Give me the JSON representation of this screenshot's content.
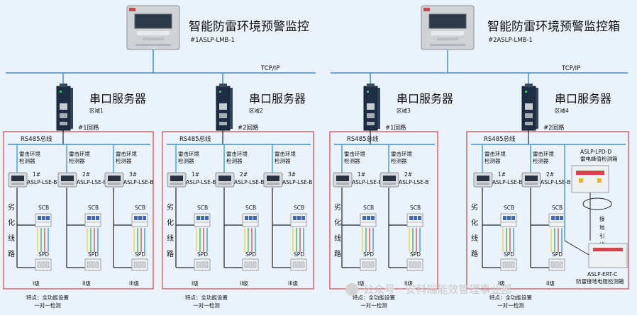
{
  "colors": {
    "background": "#eaf2fb",
    "bus": "#3a8fd6",
    "frame": "#d8424a",
    "wire": "#222222",
    "device": "#1d2d44"
  },
  "systems": [
    {
      "name": "智能防雷环境预警监控",
      "unit_label": "#1ASLP-LMB-1",
      "bus_label": "TCP/IP",
      "zones": [
        {
          "server_label": "串口服务器",
          "zone_label": "区域1",
          "loop_label": "#1回路",
          "rs485_label": "RS485总线",
          "detectors": [
            {
              "label": "雷击环境\n检测器",
              "num": "1#",
              "model": "ASLP-LSE-B"
            },
            {
              "label": "雷击环境\n检测器",
              "num": "2#",
              "model": "ASLP-LSE-B"
            },
            {
              "label": "雷击环境\n检测器",
              "num": "3#",
              "model": "ASLP-LSE-B"
            }
          ],
          "line_label": "劣化线路",
          "levels": [
            "I级",
            "II级",
            "III级"
          ],
          "scb": "SCB",
          "spd": "SPD",
          "feature": "特点：全功能设置\n一对一检测"
        },
        {
          "server_label": "串口服务器",
          "zone_label": "区域2",
          "loop_label": "#2回路",
          "rs485_label": "RS485总线",
          "detectors": [
            {
              "label": "雷击环境\n检测器",
              "num": "1#",
              "model": "ASLP-LSE-B"
            },
            {
              "label": "雷击环境\n检测器",
              "num": "2#",
              "model": "ASLP-LSE-B"
            },
            {
              "label": "雷击环境\n检测器",
              "num": "3#",
              "model": "ASLP-LSE-B"
            }
          ],
          "line_label": "劣化线路",
          "levels": [
            "I级",
            "II级",
            "III级"
          ],
          "scb": "SCB",
          "spd": "SPD",
          "feature": "特点：全功能设置\n一对一检测"
        }
      ]
    },
    {
      "name": "智能防雷环境预警监控箱",
      "unit_label": "#2ASLP-LMB-1",
      "bus_label": "TCP/IP",
      "zones": [
        {
          "server_label": "串口服务器",
          "zone_label": "区域3",
          "loop_label": "#1回路",
          "rs485_label": "RS485总线",
          "detectors": [
            {
              "label": "雷击环境\n检测器",
              "num": "1#",
              "model": "ASLP-LSE-B"
            },
            {
              "label": "雷击环境\n检测器",
              "num": "2#",
              "model": "ASLP-LSE-B"
            }
          ],
          "line_label": "劣化线路",
          "levels": [
            "I级",
            "II级"
          ],
          "scb": "SCB",
          "spd": "SPD",
          "feature": "特点：全功能设置\n一对一检测"
        },
        {
          "server_label": "串口服务器",
          "zone_label": "区域4",
          "loop_label": "#2回路",
          "rs485_label": "RS485总线",
          "detectors": [
            {
              "label": "雷击环境\n检测器",
              "num": "1#",
              "model": "ASLP-LSE-B"
            },
            {
              "label": "雷击环境\n检测器",
              "num": "2#",
              "model": "ASLP-LSE-B"
            }
          ],
          "line_label": "劣化线路",
          "levels": [
            "I级",
            "II级"
          ],
          "scb": "SCB",
          "spd": "SPD",
          "feature": "特点：全功能设置\n一对一检测",
          "extras": {
            "lpd_model": "ASLP-LPD-D",
            "lpd_name": "雷电峰值检测箱",
            "ground_label": "接地引线",
            "ert_model": "ASLP-ERT-C",
            "ert_name": "防雷接地电阻检测箱"
          }
        }
      ]
    }
  ],
  "watermark": "公众号 · 安科瑞能效管理事业部"
}
